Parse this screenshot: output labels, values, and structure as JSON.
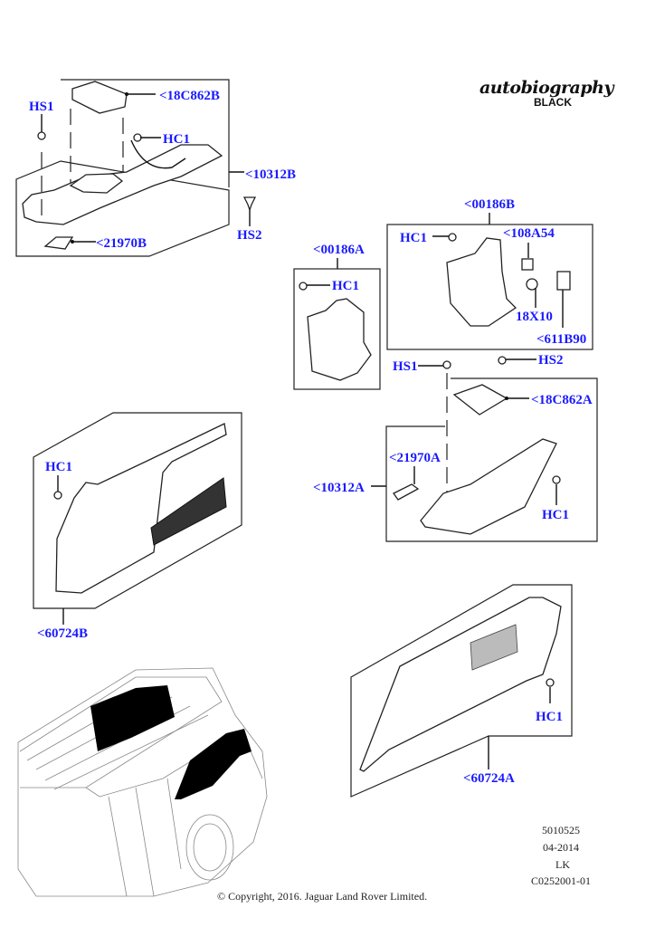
{
  "brand": {
    "script": "autobiography",
    "edition": "BLACK"
  },
  "callouts": {
    "group1": {
      "cover": "<18C862B",
      "clip": "HC1",
      "console": "<10312B",
      "screw_left": "HS1",
      "screw_right": "HS2",
      "handle": "<21970B"
    },
    "group2": {
      "panel": "<00186A",
      "clip": "HC1"
    },
    "group3": {
      "panel": "<00186B",
      "clip": "HC1",
      "part1": "<108A54",
      "part2": "18X10",
      "part3": "<611B90"
    },
    "group4": {
      "screw_left": "HS1",
      "screw_right": "HS2",
      "cover": "<18C862A",
      "handle": "<21970A",
      "console": "<10312A",
      "clip": "HC1"
    },
    "group5": {
      "clip": "HC1",
      "trim": "<60724B"
    },
    "group6": {
      "clip": "HC1",
      "trim": "<60724A"
    }
  },
  "footer": {
    "ref_number": "5010525",
    "date": "04-2014",
    "code": "LK",
    "illustration_id": "C0252001-01",
    "copyright": "© Copyright, 2016. Jaguar Land Rover Limited."
  },
  "colors": {
    "callout": "#1a1aff",
    "line": "#222222"
  }
}
